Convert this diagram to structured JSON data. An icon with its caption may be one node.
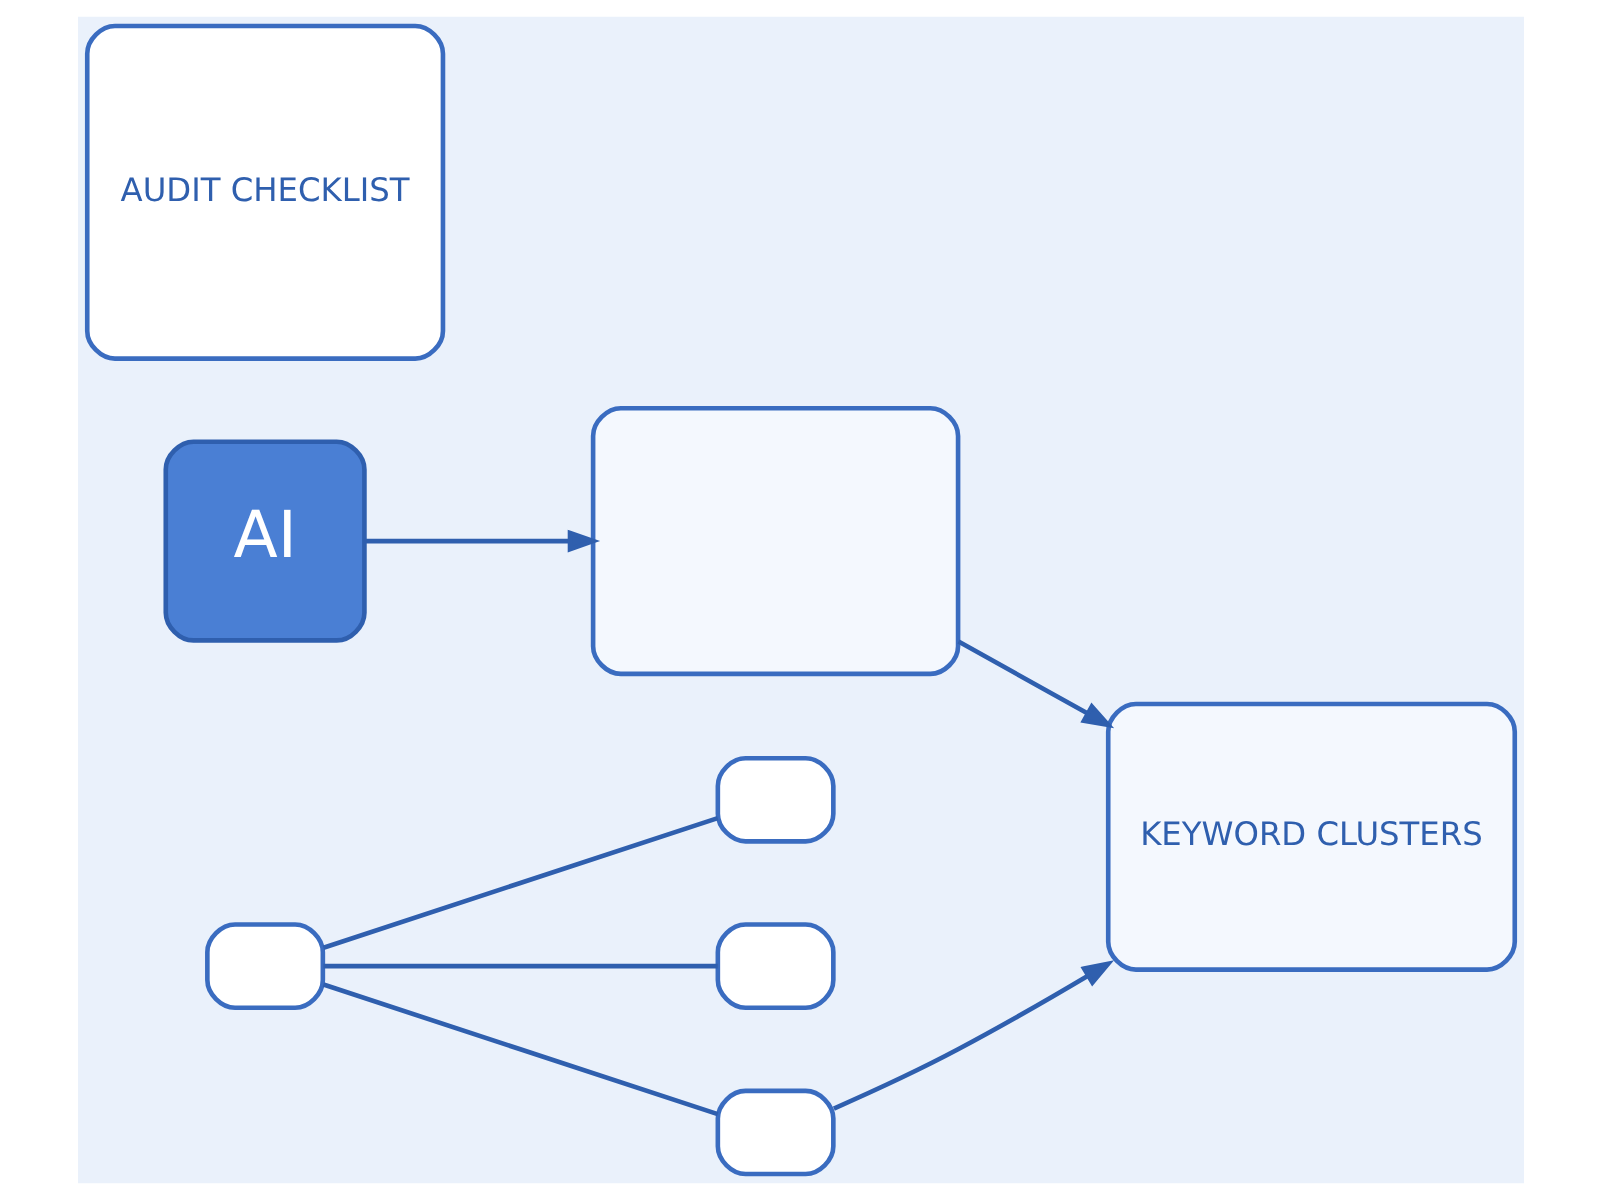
{
  "diagram": {
    "nodes": [
      {
        "text": [
          "AI"
        ]
      },
      {
        "text": [],
        "shape": "box"
      },
      {
        "text": [
          "AUDIT CHECKLIST"
        ]
      },
      {
        "text": [
          "KEYWORD CLUSTERS"
        ]
      },
      {
        "text": [],
        "shape": "box"
      },
      {
        "text": [],
        "shape": "box"
      },
      {
        "text": [],
        "shape": "box"
      },
      {
        "text": [],
        "shape": "box"
      }
    ],
    "edges": [
      {
        "from": 0,
        "to": 1,
        "arrow": "to"
      },
      {
        "from": 1,
        "to": 3,
        "arrow": "to"
      },
      {
        "from": 7,
        "to": 3,
        "arrow": "to"
      },
      {
        "from": 4,
        "to": 5,
        "arrow": "none"
      },
      {
        "from": 4,
        "to": 6,
        "arrow": "none"
      },
      {
        "from": 4,
        "to": 7,
        "arrow": "none"
      }
    ]
  }
}
